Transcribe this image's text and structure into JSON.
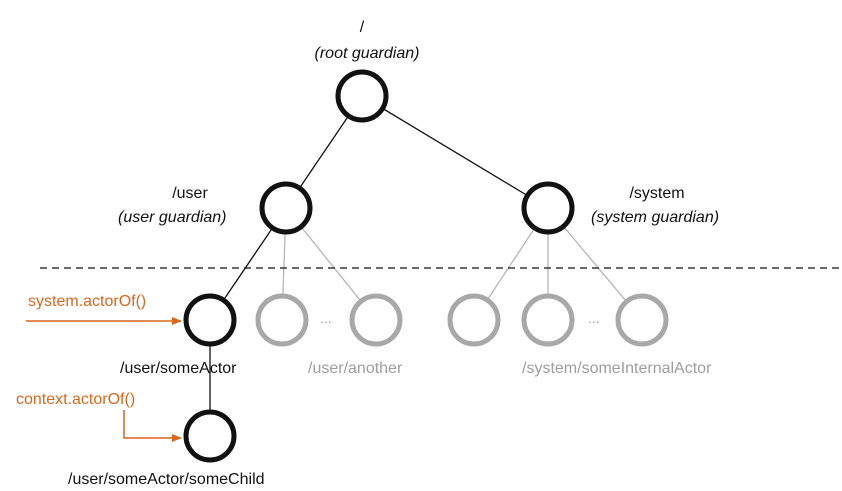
{
  "colors": {
    "dark": "#111111",
    "inactive": "#9e9e9e",
    "accent": "#d8671c"
  },
  "root": {
    "path": "/",
    "role": "(root guardian)"
  },
  "user_guardian": {
    "path": "/user",
    "role": "(user guardian)"
  },
  "system_guardian": {
    "path": "/system",
    "role": "(system guardian)"
  },
  "some_actor": {
    "path": "/user/someActor"
  },
  "another_actor": {
    "path": "/user/another"
  },
  "internal_actor": {
    "path": "/system/someInternalActor"
  },
  "some_child": {
    "path": "/user/someActor/someChild"
  },
  "calls": {
    "system_actor_of": "system.actorOf()",
    "context_actor_of": "context.actorOf()"
  },
  "ellipsis": "..."
}
